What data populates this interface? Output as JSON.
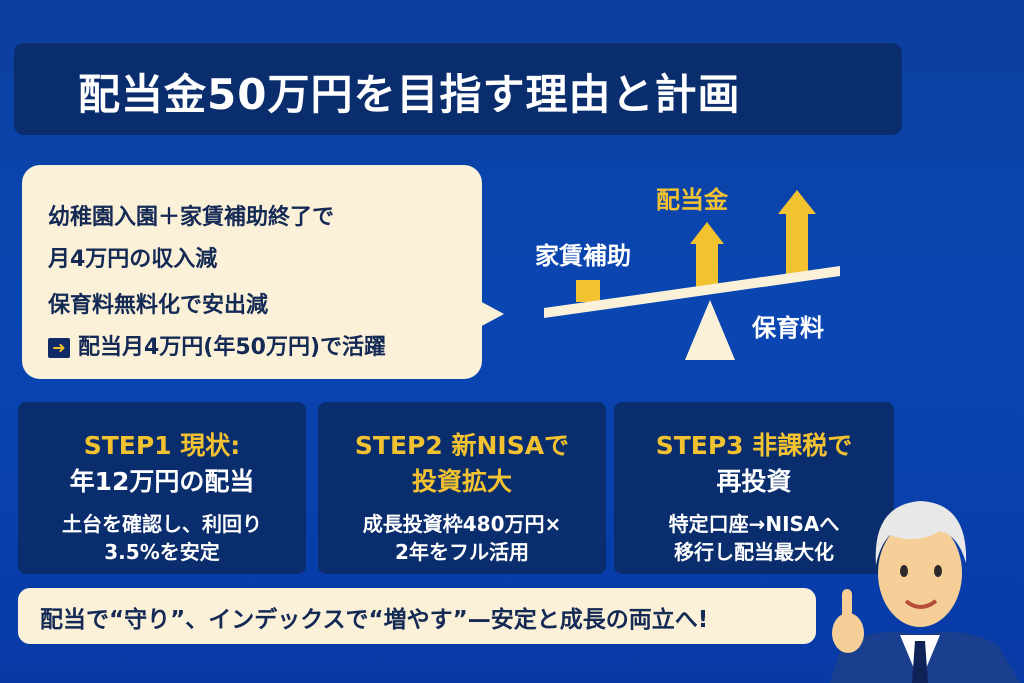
{
  "title": "配当金50万円を目指す理由と計画",
  "bubble": {
    "line1": "幼稚園入園＋家賃補助終了で",
    "line2": "月4万円の収入減",
    "line3": "保育料無料化で安出減",
    "line4": "配当月4万円(年50万円)で活躍",
    "arrow_icon": "arrow-right-icon"
  },
  "scale": {
    "label_dividend": "配当金",
    "label_rent": "家賃補助",
    "label_childcare": "保育料"
  },
  "steps": [
    {
      "head": "STEP1 現状:",
      "subhead": "年12万円の配当",
      "body1": "土台を確認し、利回り",
      "body2": "3.5%を安定"
    },
    {
      "head": "STEP2 新NISAで",
      "subhead": "投資拡大",
      "body1": "成長投資枠480万円×",
      "body2": "2年をフル活用"
    },
    {
      "head": "STEP3 非課税で",
      "subhead": "再投資",
      "body1": "特定口座→NISAへ",
      "body2": "移行し配当最大化"
    }
  ],
  "bottom": "配当で“守り”、インデックスで“増やす”—安定と成長の両立へ!",
  "colors": {
    "accent": "#f2c230",
    "navy": "#0a2d6e",
    "cream": "#fbf1d9"
  }
}
